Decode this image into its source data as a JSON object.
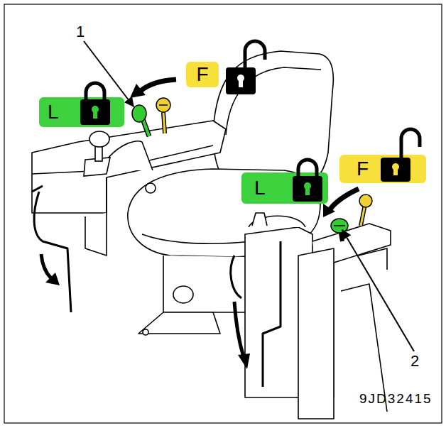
{
  "diagram": {
    "nodes": [
      {
        "text": [
          "F"
        ]
      },
      {
        "text": [
          "L"
        ]
      },
      {
        "text": [
          "F"
        ]
      },
      {
        "text": [
          "L"
        ]
      }
    ],
    "labels": [
      "1",
      "2",
      "9JD32415"
    ]
  }
}
